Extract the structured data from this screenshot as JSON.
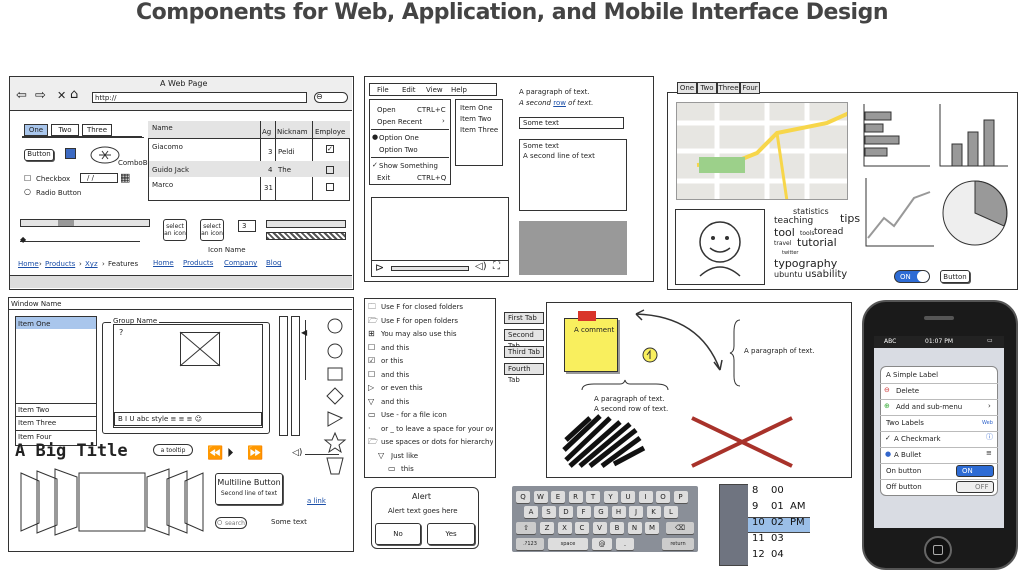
{
  "heading": "Components for Web, Application, and Mobile Interface Design",
  "browser": {
    "title": "A Web Page",
    "url": "http://"
  },
  "tabs1": [
    "One",
    "Two",
    "Three"
  ],
  "controls": {
    "button": "Button",
    "combo": "ComboBox",
    "checkbox": "Checkbox",
    "radio": "Radio Button",
    "date": "/  /",
    "stepper": "3"
  },
  "grid": {
    "headers": [
      "Name",
      "Ag",
      "Nicknam",
      "Employe"
    ],
    "rows": [
      [
        "Giacomo",
        "3",
        "Peldi",
        "✓"
      ],
      [
        "Guido Jack",
        "4",
        "The",
        ""
      ],
      [
        "Marco",
        "31",
        "",
        ""
      ]
    ]
  },
  "icons": {
    "select1": "select an icon",
    "select2": "select an icon",
    "icon_name": "Icon Name"
  },
  "breadcrumb": [
    "Home",
    "Products",
    "Xyz",
    "Features"
  ],
  "links": [
    "Home",
    "Products",
    "Company",
    "Blog"
  ],
  "menu": {
    "items": [
      "File",
      "Edit",
      "View",
      "Help"
    ],
    "entries": [
      {
        "label": "Open",
        "shortcut": "CTRL+C"
      },
      {
        "label": "Open Recent",
        "shortcut": "›"
      },
      {
        "label": "Option One",
        "shortcut": ""
      },
      {
        "label": "Option Two",
        "shortcut": ""
      },
      {
        "label": "Show Something",
        "shortcut": ""
      },
      {
        "label": "Exit",
        "shortcut": "CTRL+Q"
      }
    ]
  },
  "list1": [
    "Item One",
    "Item Two",
    "Item Three"
  ],
  "para": {
    "line1": "A paragraph of text.",
    "line2a": "A second ",
    "line2b": "row",
    "line2c": " of text.",
    "field": "Some text",
    "area1": "Some text",
    "area2": "A second line of text"
  },
  "tabs2": [
    "One",
    "Two",
    "Three",
    "Four"
  ],
  "tagcloud": [
    "statistics",
    "teaching",
    "tips",
    "tool",
    "tools",
    "toread",
    "travel",
    "tutorial",
    "twitter",
    "typography",
    "ubuntu",
    "usability"
  ],
  "toggle": {
    "on": "ON",
    "button": "Button"
  },
  "window": {
    "name": "Window Name",
    "items": [
      "Item One",
      "Item Two",
      "Item Three",
      "Item Four"
    ],
    "group": "Group Name",
    "bigtitle": "A Big Title",
    "tooltip": "a tooltip",
    "multi1": "Multiline Button",
    "multi2": "Second line of text",
    "link": "a link",
    "search": "search",
    "sometext": "Some text"
  },
  "tree": [
    "Use F for closed folders",
    "Use F for open folders",
    "You may also use this",
    "and this",
    "or this",
    "and this",
    "or even this",
    "and this",
    "Use - for a file icon",
    "or _ to leave a space for your own",
    "use spaces or dots for hierarchy",
    "Just like",
    "this"
  ],
  "vtabs": [
    "First Tab",
    "Second Tab",
    "Third Tab",
    "Fourth Tab"
  ],
  "sticky": {
    "comment": "A comment",
    "para1": "A paragraph of text.",
    "brace1": "A paragraph of text.",
    "brace2": "A second row of text."
  },
  "alert": {
    "title": "Alert",
    "text": "Alert text goes here",
    "no": "No",
    "yes": "Yes"
  },
  "keyboard": {
    "row1": [
      "Q",
      "W",
      "E",
      "R",
      "T",
      "Y",
      "U",
      "I",
      "O",
      "P"
    ],
    "row2": [
      "A",
      "S",
      "D",
      "F",
      "G",
      "H",
      "J",
      "K",
      "L"
    ],
    "row3": [
      "Z",
      "X",
      "C",
      "V",
      "B",
      "N",
      "M"
    ],
    "num": ".?123",
    "space": "space",
    "at": "@",
    "ret": "return"
  },
  "picker": {
    "rows": [
      [
        "8",
        "00",
        ""
      ],
      [
        "9",
        "01",
        "AM"
      ],
      [
        "10",
        "02",
        "PM"
      ],
      [
        "11",
        "03",
        ""
      ],
      [
        "12",
        "04",
        ""
      ]
    ]
  },
  "phone": {
    "carrier": "ABC",
    "time": "01:07 PM",
    "label": "A Simple Label",
    "delete": "Delete",
    "add": "Add and sub-menu",
    "twolabels": "Two Labels",
    "web": "Web",
    "check": "A Checkmark",
    "bullet": "A Bullet",
    "onbutton": "On button",
    "offbutton": "Off button",
    "on": "ON",
    "off": "OFF"
  }
}
